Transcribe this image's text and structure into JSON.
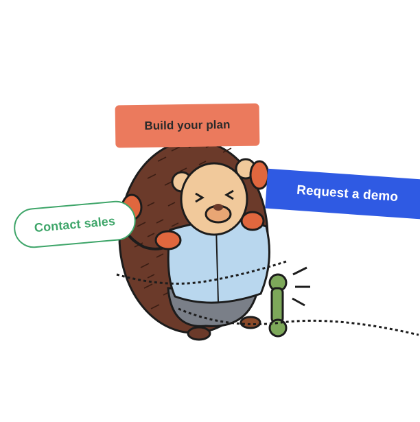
{
  "buttons": {
    "build_plan": "Build your plan",
    "request_demo": "Request a demo",
    "contact_sales": "Contact sales"
  },
  "colors": {
    "build_plan_bg": "#eb7a5d",
    "request_demo_bg": "#2f5ae3",
    "contact_sales_border": "#3ea569",
    "hedgehog_body": "#6b3a2a",
    "face": "#f1c99b",
    "shirt": "#b9d7ee",
    "pants": "#7a7f88",
    "red_phone": "#e0673e",
    "green_phone": "#7da85a"
  },
  "icons": [
    "hedgehog-illustration",
    "red-phone-icon",
    "green-phone-icon",
    "phone-cord"
  ]
}
